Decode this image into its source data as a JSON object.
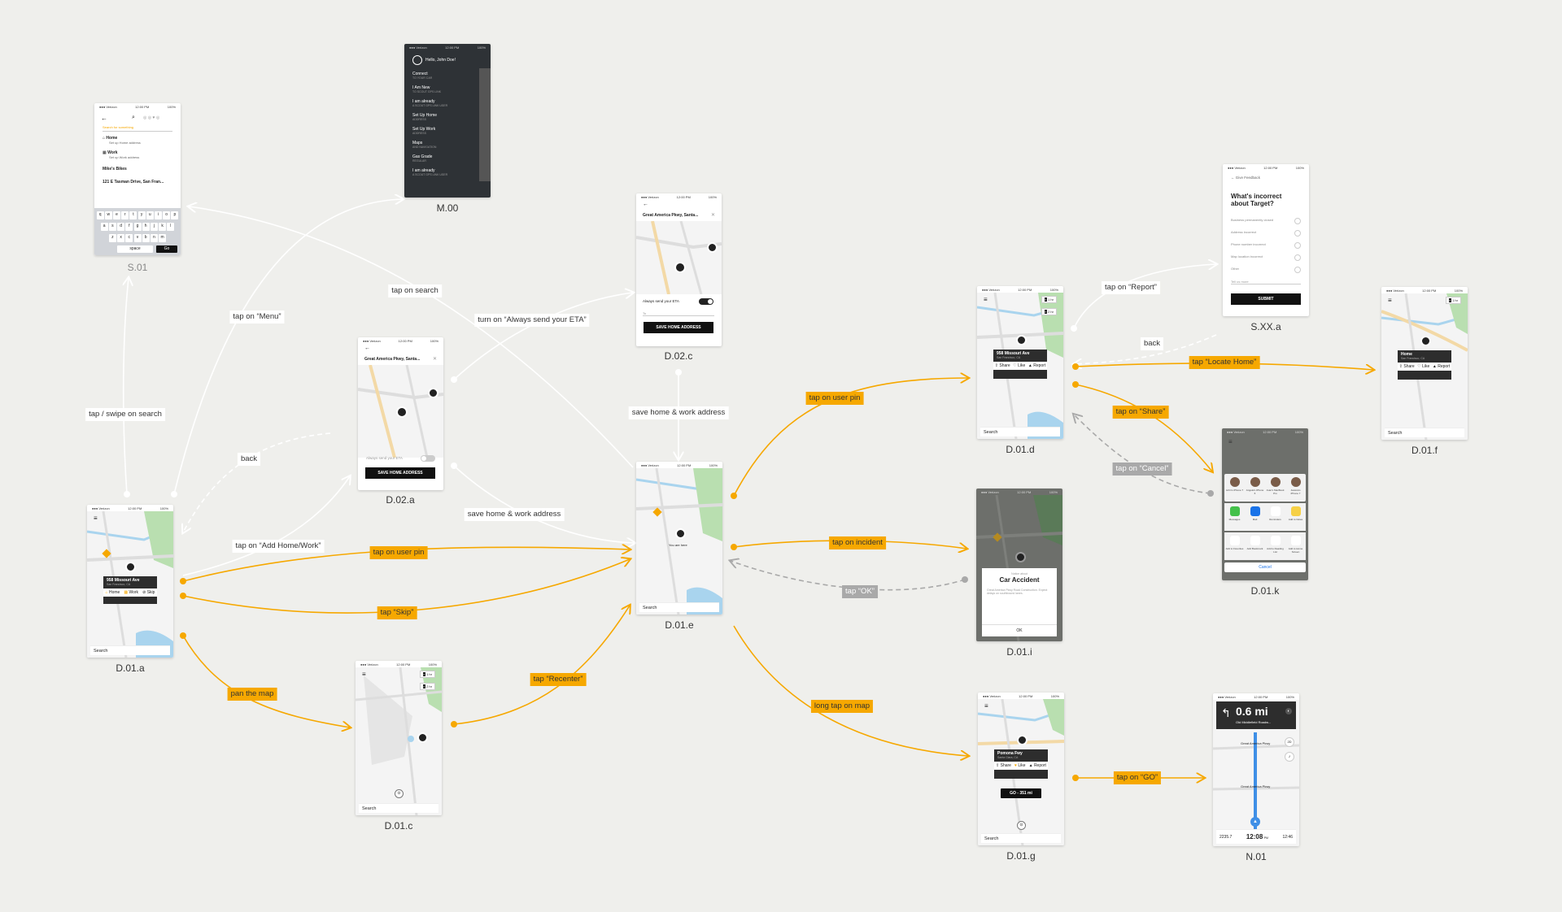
{
  "colors": {
    "accent": "#f6a800",
    "background": "#efefec",
    "dark": "#2d2d2d",
    "green": "#b9dfb0",
    "water": "#a9d4ee"
  },
  "screens": {
    "s01": {
      "label": "S.01",
      "placeholder": "Search for something",
      "items": [
        {
          "title": "Home",
          "sub": "Set up Home address"
        },
        {
          "title": "Work",
          "sub": "Set up Work address"
        },
        {
          "title": "Mike's Bikes",
          "sub": ""
        },
        {
          "title": "121 E Tasman Drive, San Fran...",
          "sub": ""
        }
      ],
      "kb_rows": [
        "qwertyuiop",
        "asdfghjkl",
        "zxcvbnm"
      ],
      "space": "space",
      "go": "Go"
    },
    "m00": {
      "label": "M.00",
      "greeting": "Hello, John Doe!",
      "items": [
        {
          "title": "Connect",
          "sub": "TO YOUR CAR"
        },
        {
          "title": "I Am New",
          "sub": "TO SCOUT GPS LINK"
        },
        {
          "title": "I am already",
          "sub": "A SCOUT GPS LINK USER"
        },
        {
          "title": "Set Up Home",
          "sub": "ADDRESS"
        },
        {
          "title": "Set Up Work",
          "sub": "ADDRESS"
        },
        {
          "title": "Maps",
          "sub": "AND NAVIGATION"
        },
        {
          "title": "Gas Grade",
          "sub": "REGULAR"
        },
        {
          "title": "I am already",
          "sub": "A SCOUT GPS LINK USER"
        }
      ]
    },
    "d02a": {
      "label": "D.02.a",
      "address": "Great America Pkwy, Santa...",
      "toggle_text": "Always send your ETA",
      "button": "SAVE HOME ADDRESS"
    },
    "d02c": {
      "label": "D.02.c",
      "address": "Great America Pkwy, Santa...",
      "toggle_text": "Always send your ETA",
      "to_field": "To",
      "button": "SAVE HOME ADDRESS"
    },
    "d01a": {
      "label": "D.01.a",
      "pin_title": "958 Missouri Ave",
      "pin_sub": "San Francisco, CA",
      "actions": [
        "Home",
        "Work",
        "Skip"
      ],
      "search": "Search"
    },
    "d01c": {
      "label": "D.01.c",
      "search": "Search",
      "eta1": "1 hr",
      "eta2": "2 hr"
    },
    "d01e": {
      "label": "D.01.e",
      "you_are_here": "You are here",
      "search": "Search"
    },
    "d01d": {
      "label": "D.01.d",
      "pin_title": "958 Missouri Ave",
      "pin_sub": "San Francisco, CA",
      "actions": [
        "Share",
        "Like",
        "Report"
      ],
      "search": "Search",
      "eta1": "1 hr",
      "eta2": "2 hr"
    },
    "d01i": {
      "label": "D.01.i",
      "alert_kicker": "Notice about",
      "alert_title": "Car Accident",
      "alert_body": "Great America Pkwy Road Construction. Expect delays on southbound lanes.",
      "ok": "OK"
    },
    "d01g": {
      "label": "D.01.g",
      "pin_title": "Pomona Fwy",
      "pin_sub": "Santa Clara, CA",
      "actions": [
        "Share",
        "Like",
        "Report"
      ],
      "go": "GO - 351 mi",
      "search": "Search"
    },
    "sxxa": {
      "label": "S.XX.a",
      "back": "Give Feedback",
      "title": "What's incorrect about Target?",
      "options": [
        "Business permanently closed",
        "Address incorrect",
        "Phone number incorrect",
        "Map location incorrect",
        "Other"
      ],
      "tell": "Tell us more",
      "submit": "SUBMIT"
    },
    "d01f": {
      "label": "D.01.f",
      "pin_title": "Home",
      "pin_sub": "San Francisco, CA",
      "actions": [
        "Share",
        "Like",
        "Report"
      ],
      "search": "Search",
      "eta": "1 hr"
    },
    "d01k": {
      "label": "D.01.k",
      "people": [
        "John's iPhone 7",
        "Angela's iPhone 6",
        "Juan's MacBook Pro",
        "Jessica's iPhone 7"
      ],
      "apps": [
        "Messages",
        "Mail",
        "Reminders",
        "Add to Notes"
      ],
      "actions": [
        "Add to Favorites",
        "Add Bookmark",
        "Add to Reading List",
        "Add to Home Screen"
      ],
      "cancel": "Cancel"
    },
    "n01": {
      "label": "N.01",
      "distance": "0.6 mi",
      "street": "Old Middlefield Roadw...",
      "road1": "Great America Pkwy",
      "road2": "Great America Pkwy",
      "mode": "2D",
      "arrival": "12:08",
      "arrival_unit": "PM",
      "miles": "2235.7",
      "time": "12:46"
    }
  },
  "flows": {
    "tap_menu": "tap on “Menu”",
    "tap_swipe_search": "tap / swipe on search",
    "tap_search": "tap on search",
    "back1": "back",
    "tap_add_home": "tap on “Add Home/Work”",
    "turn_on_eta": "turn on “Always send your ETA”",
    "save_home_work1": "save home & work address",
    "save_home_work2": "save home & work address",
    "tap_user_pin1": "tap on user pin",
    "tap_skip": "tap “Skip”",
    "pan_map": "pan the map",
    "tap_recenter": "tap “Recenter”",
    "tap_user_pin2": "tap on user pin",
    "tap_incident": "tap on incident",
    "tap_ok": "tap “OK”",
    "long_tap_map": "long tap on map",
    "tap_go": "tap on “GO”",
    "tap_report": "tap on “Report”",
    "back2": "back",
    "tap_locate_home": "tap “Locate Home”",
    "tap_share": "tap on “Share”",
    "tap_cancel": "tap on “Cancel”"
  }
}
